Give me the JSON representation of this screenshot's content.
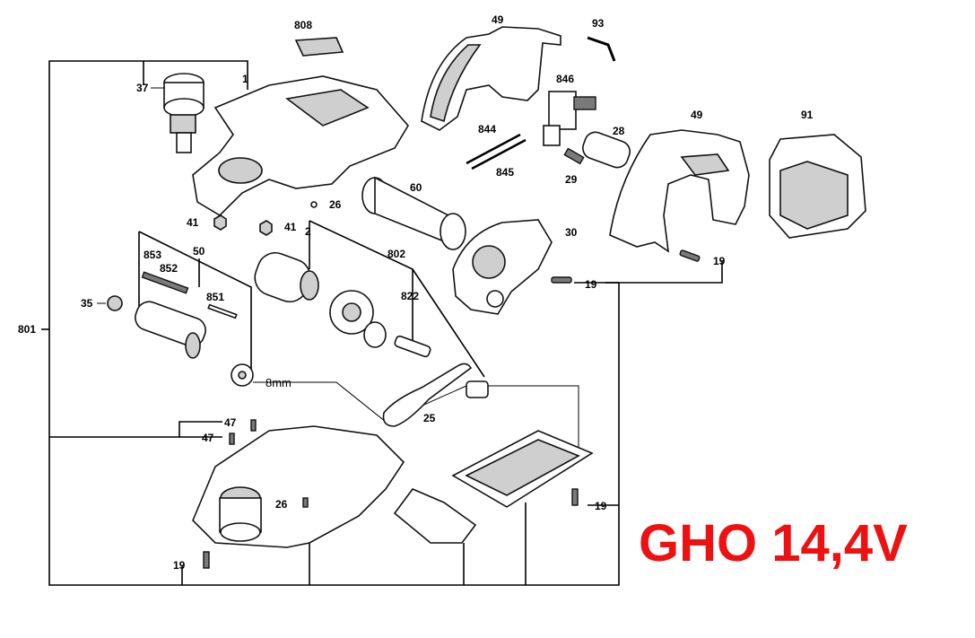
{
  "model_title": "GHO 14,4V",
  "model_color": "#ee1111",
  "labels": {
    "p808": "808",
    "p49a": "49",
    "p93": "93",
    "p846": "846",
    "p49b": "49",
    "p91": "91",
    "p37": "37",
    "p1": "1",
    "p844": "844",
    "p845": "845",
    "p28": "28",
    "p29": "29",
    "p60": "60",
    "p26a": "26",
    "p41a": "41",
    "p41b": "41",
    "p30": "30",
    "p19a": "19",
    "p19b": "19",
    "p2": "2",
    "p802": "802",
    "p853": "853",
    "p852": "852",
    "p50": "50",
    "p851": "851",
    "p822": "822",
    "p35": "35",
    "p801": "801",
    "p8mm": "8mm",
    "p25": "25",
    "p47a": "47",
    "p47b": "47",
    "p26b": "26",
    "p19c": "19",
    "p19d": "19"
  }
}
